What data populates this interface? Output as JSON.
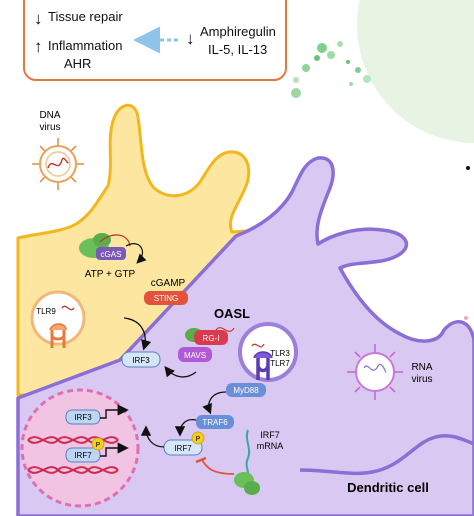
{
  "effects_box": {
    "tissue_repair": "Tissue repair",
    "inflammation": "Inflammation",
    "ahr": "AHR",
    "amphiregulin": "Amphiregulin",
    "il_line": "IL-5, IL-13"
  },
  "labels": {
    "dna_virus": [
      "DNA",
      "virus"
    ],
    "rna_virus": [
      "RNA",
      "virus"
    ],
    "cgas": "cGAS",
    "atp_gtp": "ATP + GTP",
    "cgamp": "cGAMP",
    "sting": "STING",
    "tlr9": "TLR9",
    "irf3": "IRF3",
    "oasl": "OASL",
    "rigi": "RG-I",
    "mavs": "MAVS",
    "tlr3": "TLR3",
    "tlr7": "TLR7",
    "myd88": "MyD88",
    "traf6": "TRAF6",
    "irf7": "IRF7",
    "p": "P",
    "irf7_mrna": [
      "IRF7",
      "mRNA"
    ],
    "nucleus_irf3": "IRF3",
    "nucleus_irf7": "IRF7",
    "dendritic_cell": "Dendritic cell"
  },
  "colors": {
    "box_border": "#e07b3c",
    "yellow_cell": "#fde7a0",
    "yellow_edge": "#f2b71f",
    "purple_cell": "#d9c8f2",
    "purple_edge": "#8b6fd6",
    "green_bg": "#e6f4e2",
    "sting_red": "#e2533a",
    "rigi_red": "#d83b4e",
    "mavs_purple": "#b15ad8",
    "myd88_blue": "#6b8fd6",
    "irf_blue": "#bfd5f4",
    "phospho_yellow": "#f2cd22",
    "nucleus_pink": "#f2c4e4",
    "dna_red": "#d42f46",
    "mrna_teal": "#3fa7a0"
  }
}
